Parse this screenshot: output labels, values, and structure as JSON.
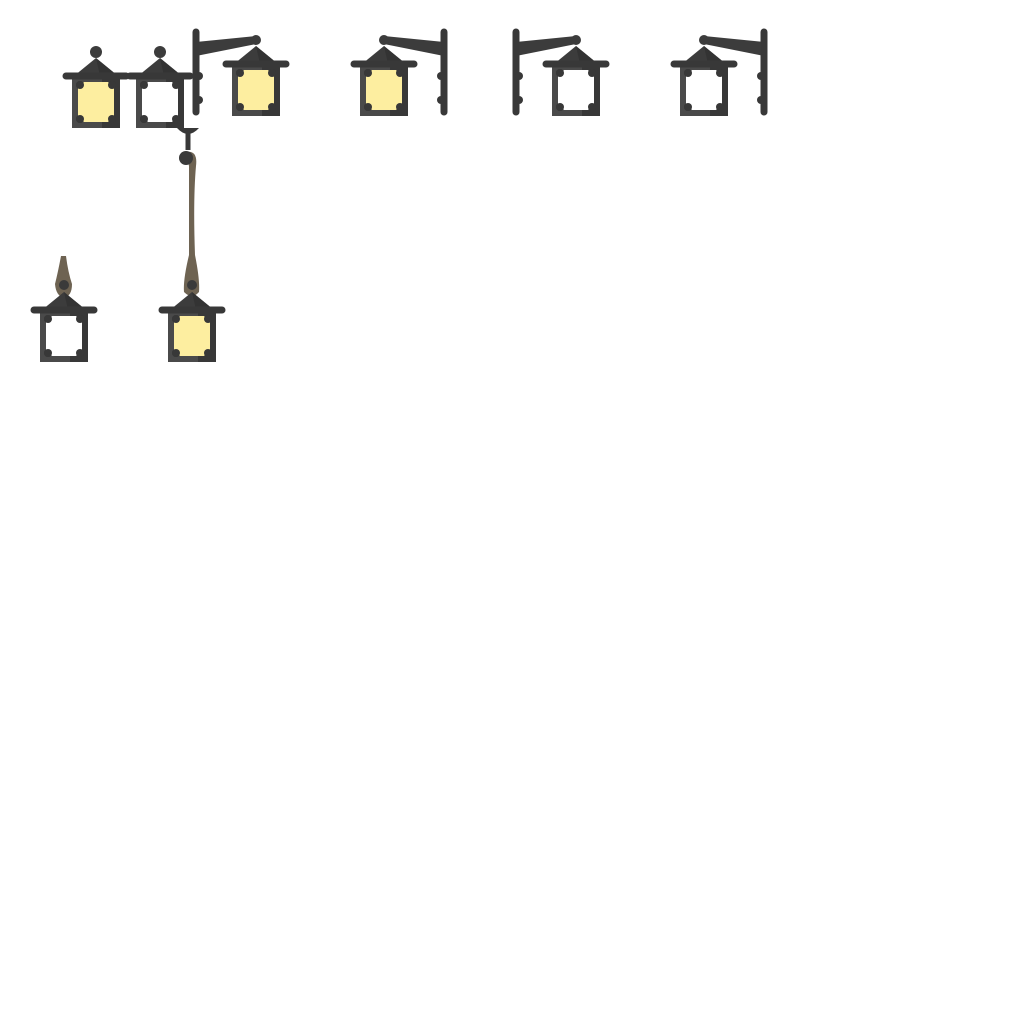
{
  "sprite_sheet": {
    "colors": {
      "background": "#ffffff",
      "iron_dark": "#383838",
      "iron_light": "#4a4a4a",
      "glass_lit": "#fdeea0",
      "glass_unlit": "#ffffff",
      "rope": "#6e6352"
    },
    "sprites": [
      {
        "kind": "post-top",
        "lit": true
      },
      {
        "kind": "post-top",
        "lit": false
      },
      {
        "kind": "wall-bracket-left",
        "lit": true
      },
      {
        "kind": "wall-bracket-right",
        "lit": true
      },
      {
        "kind": "wall-bracket-left",
        "lit": false
      },
      {
        "kind": "wall-bracket-right",
        "lit": false
      },
      {
        "kind": "hanging-rope",
        "lit": false
      },
      {
        "kind": "ceiling-hook-rope",
        "lit": true
      }
    ]
  }
}
